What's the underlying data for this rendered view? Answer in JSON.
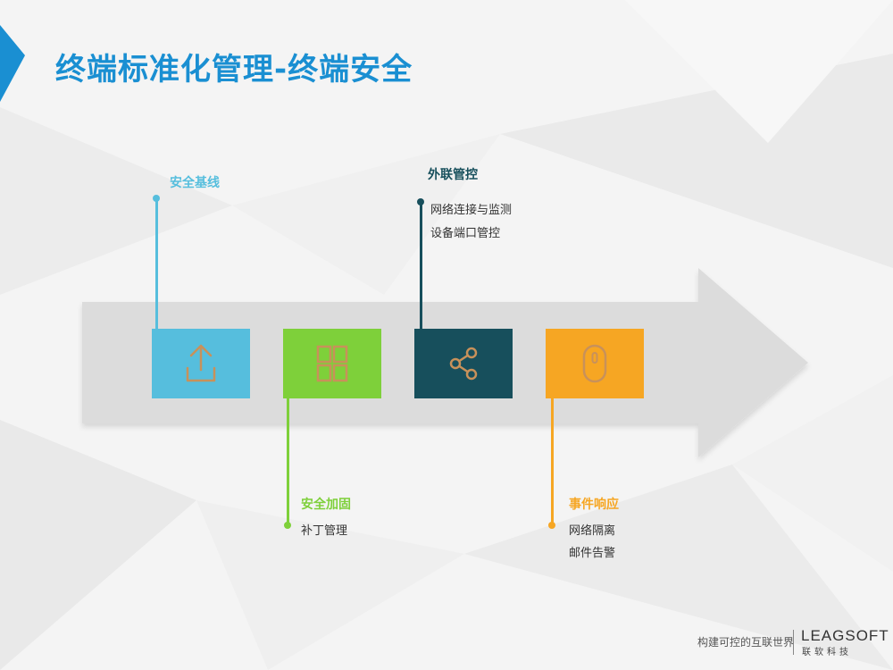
{
  "title": "终端标准化管理-终端安全",
  "colors": {
    "title": "#1a8fd2",
    "baseline": "#56bedd",
    "hardening": "#7ed03a",
    "external": "#174f5c",
    "response": "#f6a623",
    "icon": "#c8915a",
    "arrow": "#dcdcdc"
  },
  "steps": [
    {
      "name": "安全基线",
      "icon": "upload-icon",
      "items": []
    },
    {
      "name": "安全加固",
      "icon": "grid-icon",
      "items": [
        "补丁管理"
      ]
    },
    {
      "name": "外联管控",
      "icon": "share-icon",
      "items": [
        "网络连接与监测",
        "设备端口管控"
      ]
    },
    {
      "name": "事件响应",
      "icon": "mouse-icon",
      "items": [
        "网络隔离",
        "邮件告警"
      ]
    }
  ],
  "footer": {
    "slogan": "构建可控的互联世界",
    "brand": "LEAGSOFT",
    "brand_sub": "联软科技"
  }
}
